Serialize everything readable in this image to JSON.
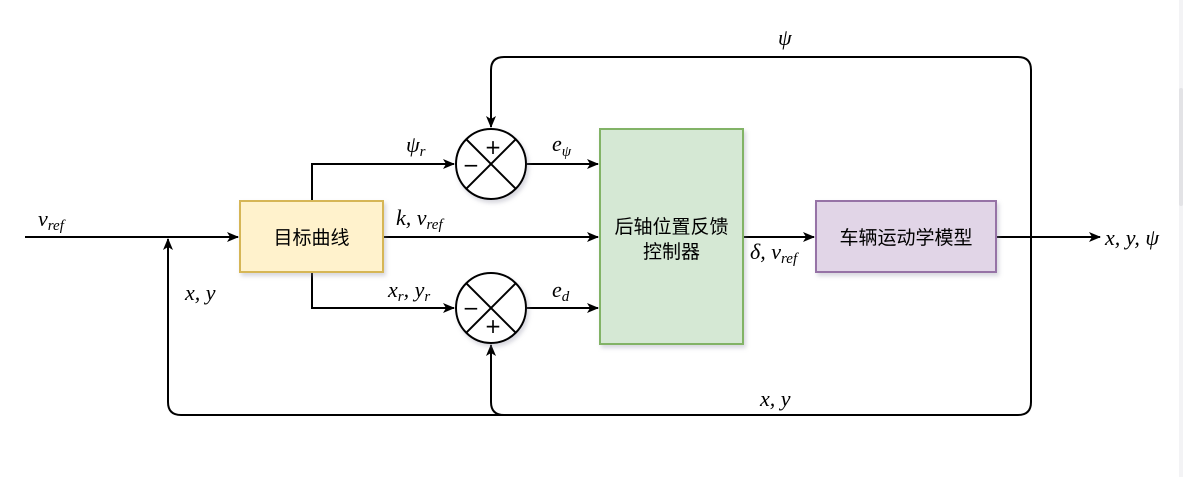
{
  "diagram": {
    "title": "Rear-axle position feedback path tracking control block diagram",
    "blocks": {
      "target_curve": {
        "label": "目标曲线",
        "fill": "#fff2cc",
        "stroke": "#d6b656"
      },
      "controller": {
        "label_line1": "后轴位置反馈",
        "label_line2": "控制器",
        "fill": "#d5e8d4",
        "stroke": "#82b366"
      },
      "vehicle_model": {
        "label": "车辆运动学模型",
        "fill": "#e1d5e7",
        "stroke": "#9673a6"
      }
    },
    "summing_junctions": {
      "heading": {
        "top_sign": "+",
        "left_sign": "−"
      },
      "position": {
        "left_sign": "−",
        "bottom_sign": "+"
      }
    },
    "signals": {
      "input_vref": {
        "base": "v",
        "sub": "ref"
      },
      "psi_r": {
        "base": "ψ",
        "sub": "r"
      },
      "k_vref": {
        "base": "k, v",
        "sub": "ref"
      },
      "xr_yr": {
        "base1": "x",
        "sub1": "r",
        "mid": ", y",
        "sub2": "r"
      },
      "e_psi": {
        "base": "e",
        "sub": "ψ"
      },
      "e_d": {
        "base": "e",
        "sub": "d"
      },
      "delta_vref": {
        "base": "δ, v",
        "sub": "ref"
      },
      "output": "x, y, ψ",
      "feedback_psi": "ψ",
      "feedback_xy_left": "x, y",
      "feedback_xy_bottom": "x, y"
    }
  }
}
